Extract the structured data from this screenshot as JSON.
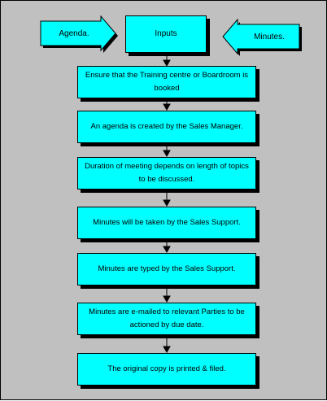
{
  "diagram": {
    "inputs_box": {
      "label": "Inputs"
    },
    "left_arrow": {
      "label": "Agenda."
    },
    "right_arrow": {
      "label": "Minutes."
    },
    "steps": [
      {
        "text": "Ensure that the Training centre or Boardroom is booked"
      },
      {
        "text": "An agenda is created by the Sales Manager."
      },
      {
        "text": "Duration of meeting depends on length of topics to be discussed."
      },
      {
        "text": "Minutes will be taken by the Sales Support."
      },
      {
        "text": "Minutes are typed by the Sales Support."
      },
      {
        "text": "Minutes are e-mailed to relevant Parties to be actioned by due date."
      },
      {
        "text": "The original copy is printed & filed."
      }
    ],
    "colors": {
      "box_fill": "#00ffff",
      "background": "#c0c0c0",
      "stroke": "#000000"
    }
  }
}
